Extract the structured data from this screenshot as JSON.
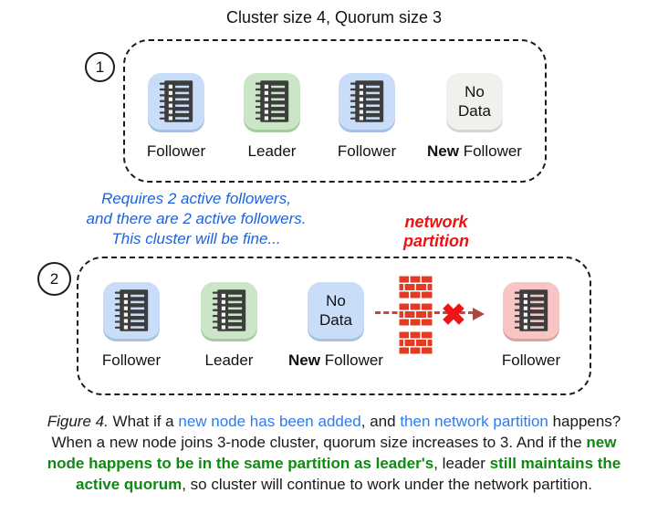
{
  "title": "Cluster size 4, Quorum size 3",
  "colors": {
    "note_blue": "#1d62dd",
    "caption_blue": "#2e7bf0",
    "caption_green": "#118811",
    "partition_red": "#ee1111",
    "brick_red": "#e23b24",
    "node_blue": "#c9ddf8",
    "node_green": "#cbe6c6",
    "node_pink": "#f8c5c5",
    "node_gray": "#f1f0ed",
    "notebook_ink": "#3d3d3d"
  },
  "scenario1": {
    "badge": "1",
    "nodes": [
      {
        "label": "Follower"
      },
      {
        "label": "Leader"
      },
      {
        "label": "Follower"
      },
      {
        "label_bold": "New",
        "label_rest": " Follower",
        "tile_line1": "No",
        "tile_line2": "Data"
      }
    ]
  },
  "scenario2": {
    "badge": "2",
    "nodes": [
      {
        "label": "Follower"
      },
      {
        "label": "Leader"
      },
      {
        "label_bold": "New",
        "label_rest": " Follower",
        "tile_line1": "No",
        "tile_line2": "Data"
      },
      {
        "label": "Follower"
      }
    ]
  },
  "notes": {
    "quorum_note": {
      "line1": "Requires 2 active followers,",
      "line2": "and there are 2 active followers.",
      "line3": "This cluster will be fine..."
    },
    "partition_label": {
      "line1": "network",
      "line2": "partition"
    },
    "x_mark": "✖"
  },
  "caption": {
    "line1": {
      "fig": "Figure 4.",
      "t1": " What if a ",
      "b1": "new node has been added",
      "t2": ", and ",
      "b2": "then network partition",
      "t3": " happens?"
    },
    "line2": {
      "t1": "When a new node joins 3-node cluster, quorum size increases to 3. And if the ",
      "g1": "new"
    },
    "line3": {
      "g1": "node happens to be in the same partition as leader's",
      "t1": ", leader ",
      "g2": "still maintains the"
    },
    "line4": {
      "g1": "active quorum",
      "t1": ", so cluster will continue to work under the network partition."
    }
  }
}
